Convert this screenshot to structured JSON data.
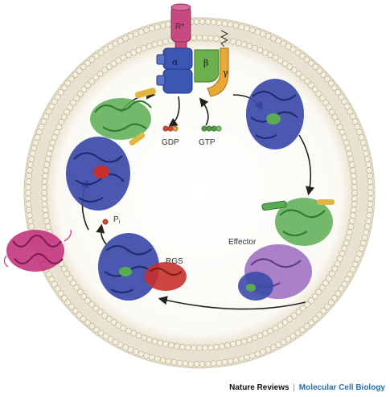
{
  "labels": {
    "receptor": "R*",
    "alpha": "α",
    "beta": "β",
    "gamma": "γ",
    "gdp": "GDP",
    "gtp": "GTP",
    "pi": "P",
    "pi_sub": "i",
    "rgs": "RGS",
    "effector": "Effector"
  },
  "credit": {
    "publisher": "Nature Reviews",
    "separator": "|",
    "journal": "Molecular Cell Biology"
  },
  "colors": {
    "cell_fill": "#e8e2d3",
    "lipid_head": "#f4efdd",
    "lipid_outline": "#b8ad8e",
    "interior": "#ffffff",
    "receptor": "#c6497f",
    "alpha": "#3b56b3",
    "beta": "#6ab04c",
    "gamma": "#e9a733",
    "protein_blue": "#3c4aa8",
    "protein_green": "#5bab52",
    "protein_yellow": "#e0b640",
    "protein_red": "#c9302c",
    "protein_purple": "#9b6bbf",
    "protein_magenta": "#c2307d",
    "gdp": "#d04a3c",
    "gtp": "#4f9b4a",
    "cycle_arrow": "#222222"
  }
}
